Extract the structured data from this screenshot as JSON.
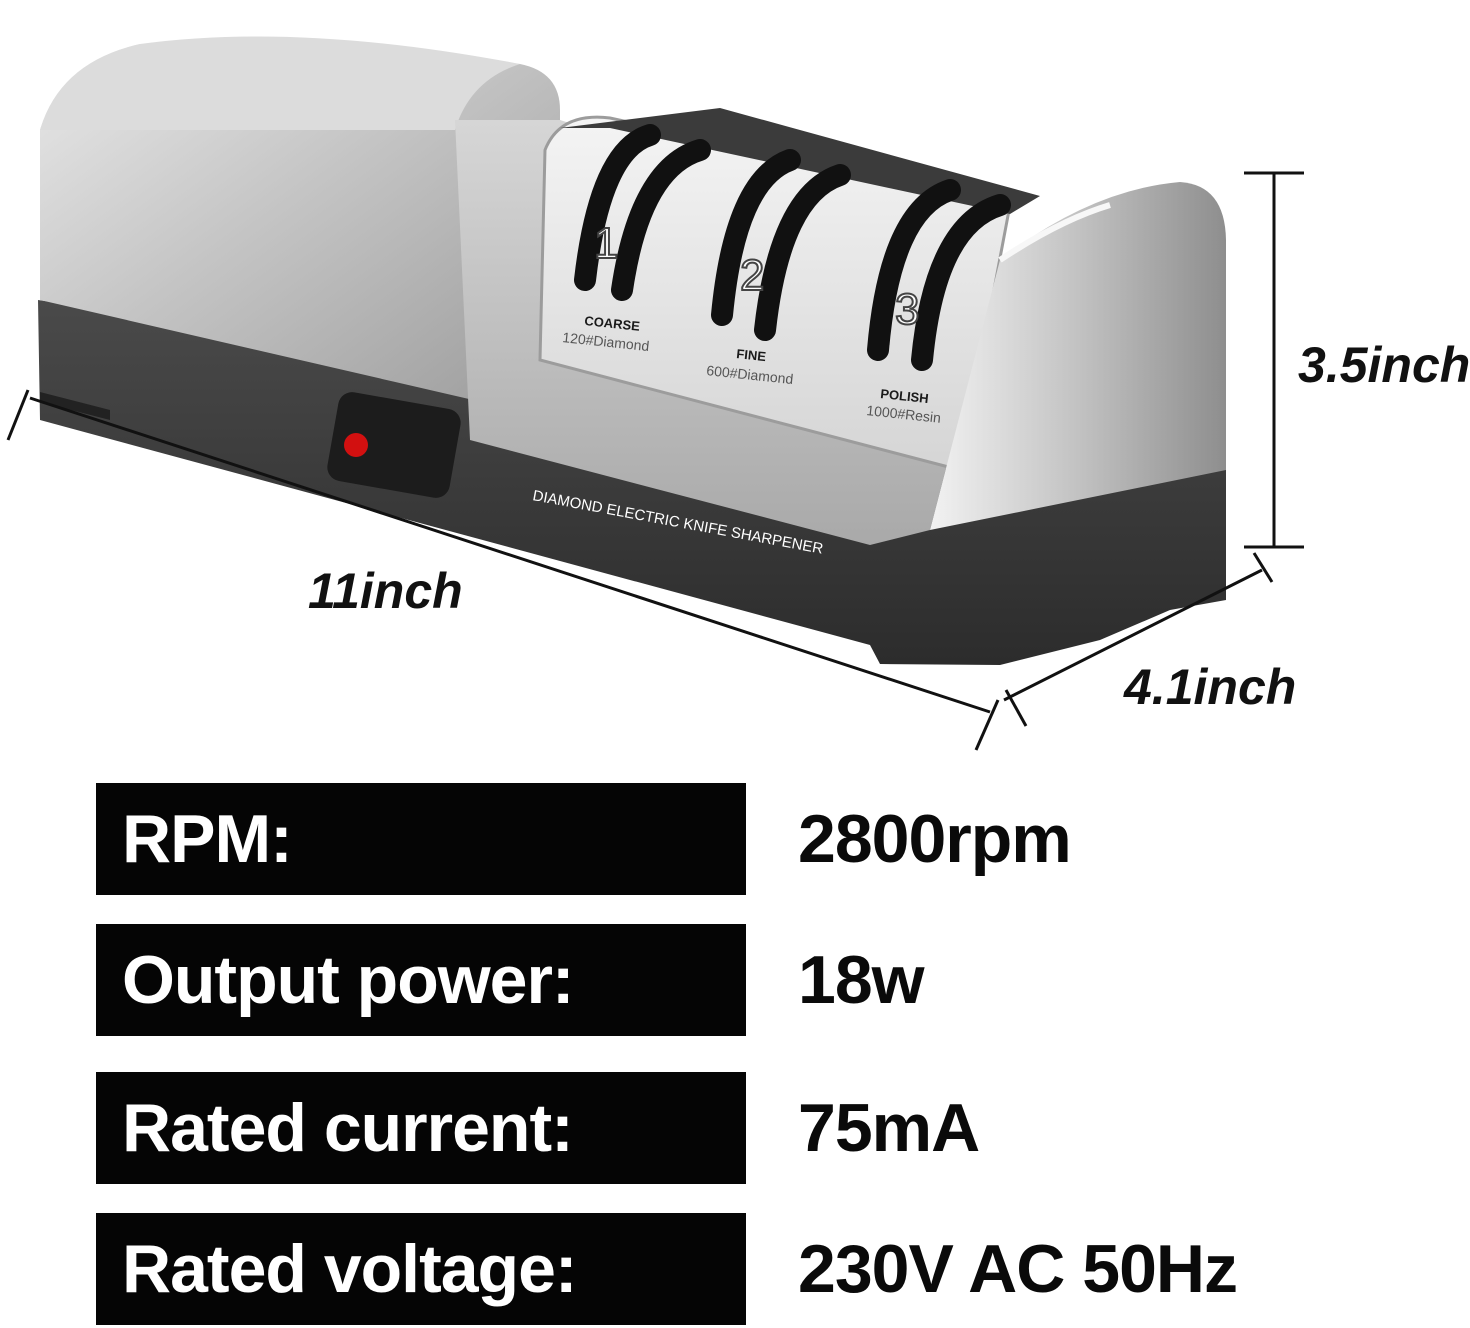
{
  "product": {
    "slot_numbers": [
      "1",
      "2",
      "3"
    ],
    "slots": [
      {
        "name": "COARSE",
        "grit": "120#Diamond"
      },
      {
        "name": "FINE",
        "grit": "600#Diamond"
      },
      {
        "name": "POLISH",
        "grit": "1000#Resin"
      }
    ],
    "base_text": "DIAMOND ELECTRIC KNIFE SHARPENER"
  },
  "dimensions": {
    "length": "11inch",
    "height": "3.5inch",
    "depth": "4.1inch"
  },
  "specs": [
    {
      "label": "RPM:",
      "value": "2800rpm"
    },
    {
      "label": "Output power:",
      "value": "18w"
    },
    {
      "label": "Rated current:",
      "value": "75mA"
    },
    {
      "label": "Rated voltage:",
      "value": "230V AC 50Hz"
    }
  ],
  "colors": {
    "housing_silver": "#c9c9c9",
    "base_dark": "#3a3a3a",
    "indicator_red": "#d21010"
  }
}
